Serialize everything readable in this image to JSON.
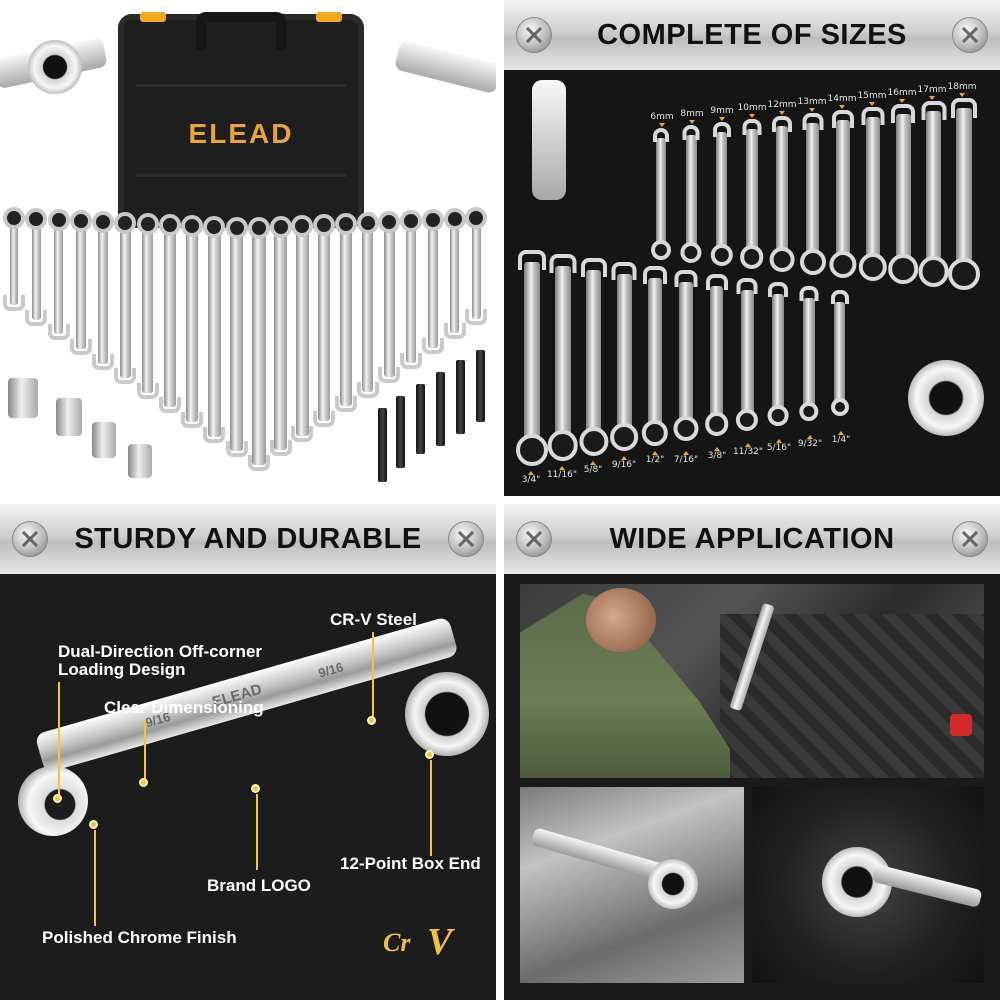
{
  "panel1": {
    "case_brand": "ELEAD"
  },
  "panel2": {
    "title": "COMPLETE OF SIZES",
    "metric_sizes": [
      "6mm",
      "8mm",
      "9mm",
      "10mm",
      "12mm",
      "13mm",
      "14mm",
      "15mm",
      "16mm",
      "17mm",
      "18mm"
    ],
    "sae_sizes": [
      "3/4\"",
      "11/16\"",
      "5/8\"",
      "9/16\"",
      "1/2\"",
      "7/16\"",
      "3/8\"",
      "11/32\"",
      "5/16\"",
      "9/32\"",
      "1/4\""
    ]
  },
  "panel3": {
    "title": "STURDY AND DURABLE",
    "callout_crv": "CR-V Steel",
    "callout_dual_1": "Dual-Direction Off-corner",
    "callout_dual_2": "Loading Design",
    "callout_clear": "Clear Dimensioning",
    "callout_box": "12-Point Box End",
    "callout_brand": "Brand LOGO",
    "callout_polish": "Polished Chrome Finish",
    "wrench_size_left": "9/16",
    "wrench_size_right": "9/16",
    "wrench_brand": "ELEAD",
    "badge_cr": "Cr",
    "badge_v": "V"
  },
  "panel4": {
    "title": "WIDE APPLICATION"
  },
  "colors": {
    "accent": "#f5a623",
    "callout_yellow": "#f5c242",
    "panel_dark": "#151515"
  }
}
